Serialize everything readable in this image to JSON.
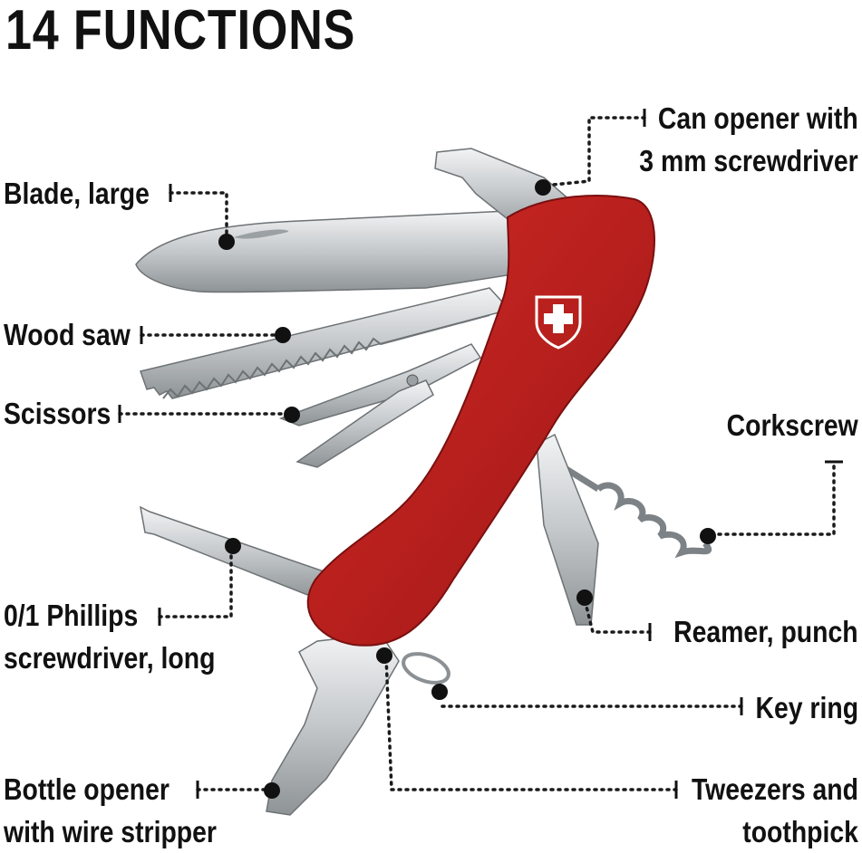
{
  "title": "14 FUNCTIONS",
  "labels": {
    "blade_large": "Blade, large",
    "wood_saw": "Wood saw",
    "scissors": "Scissors",
    "phillips_line1": "0/1 Phillips",
    "phillips_line2": "screwdriver, long",
    "bottle_line1": "Bottle opener",
    "bottle_line2": "with wire stripper",
    "can_line1": "Can opener with",
    "can_line2": "3 mm screwdriver",
    "corkscrew": "Corkscrew",
    "reamer": "Reamer, punch",
    "key_ring": "Key ring",
    "tweezers_line1": "Tweezers and",
    "tweezers_line2": "toothpick"
  },
  "colors": {
    "handle_red": "#b71c1c",
    "steel": "#c9cccf",
    "leader": "#1a1a1a"
  }
}
